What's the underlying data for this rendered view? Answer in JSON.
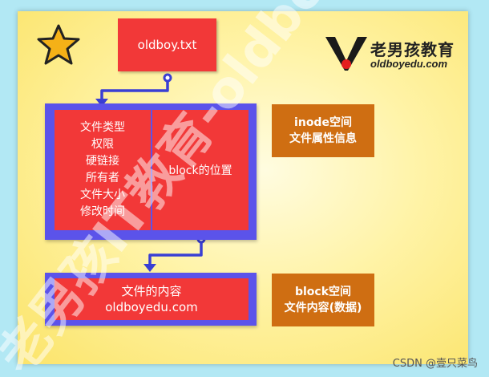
{
  "file_box": {
    "label": "oldboy.txt"
  },
  "logo": {
    "title": "老男孩教育",
    "url": "oldboyedu.com"
  },
  "inode": {
    "attributes": [
      "文件类型",
      "权限",
      "硬链接",
      "所有者",
      "文件大小",
      "修改时间"
    ],
    "block_pointer": "block的位置"
  },
  "inode_tag": {
    "line1": "inode空间",
    "line2": "文件属性信息"
  },
  "content": {
    "line1": "文件的内容",
    "line2": "oldboyedu.com"
  },
  "block_tag": {
    "line1": "block空间",
    "line2": "文件内容(数据)"
  },
  "watermark": {
    "text": "老男孩IT教育-oldboyedu"
  },
  "credit": {
    "text": "CSDN @壹只菜鸟"
  },
  "colors": {
    "background": "#b2e8f4",
    "red_box": "#f23838",
    "blue_frame": "#5b53ea",
    "orange_tag": "#cf6e12",
    "arrow": "#3a3fd4",
    "star": "#f5b117"
  }
}
